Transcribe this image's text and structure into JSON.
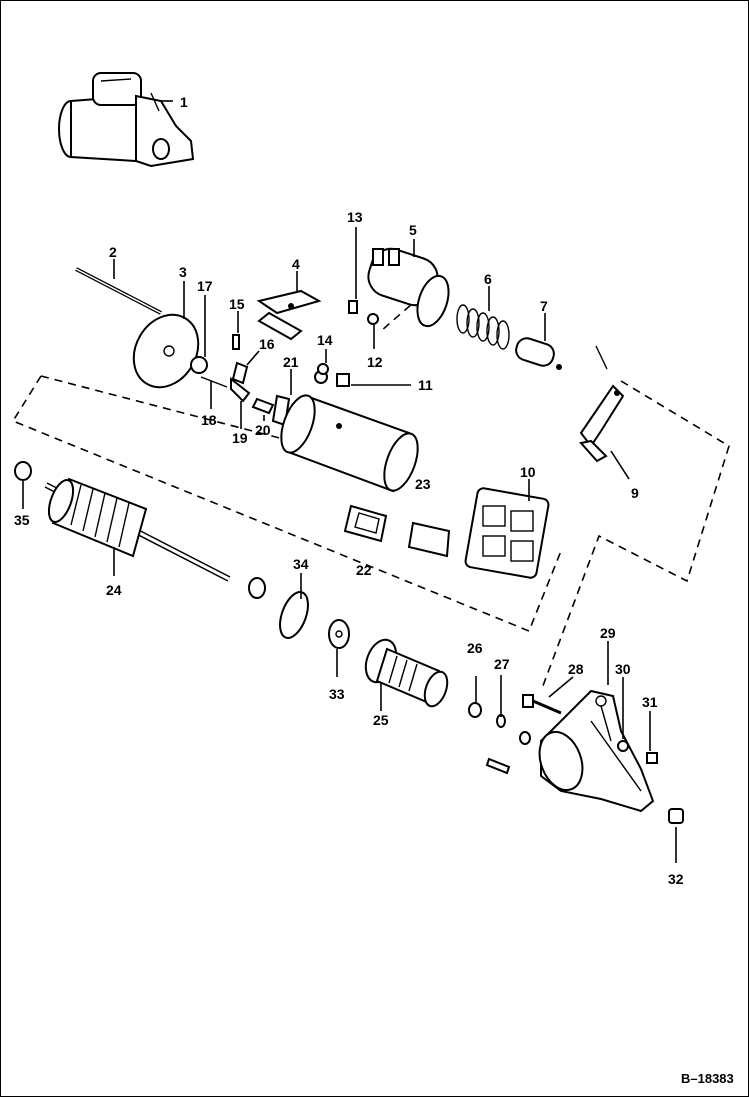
{
  "diagram": {
    "reference_code": "B–18383",
    "callouts": [
      "1",
      "2",
      "3",
      "4",
      "5",
      "6",
      "7",
      "9",
      "10",
      "11",
      "12",
      "13",
      "14",
      "15",
      "16",
      "17",
      "18",
      "19",
      "20",
      "21",
      "22",
      "23",
      "24",
      "25",
      "26",
      "27",
      "28",
      "29",
      "30",
      "31",
      "32",
      "33",
      "34",
      "35"
    ]
  }
}
